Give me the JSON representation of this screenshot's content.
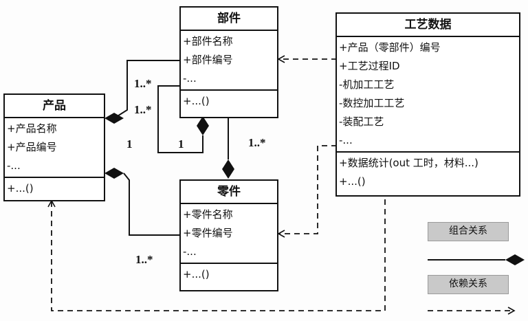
{
  "classes": {
    "product": {
      "name": "产品",
      "attributes": [
        "+产品名称",
        "+产品编号",
        "-..."
      ],
      "operations": [
        "+...()"
      ]
    },
    "component": {
      "name": "部件",
      "attributes": [
        "+部件名称",
        "+部件编号",
        "-..."
      ],
      "operations": [
        "+...()"
      ]
    },
    "part": {
      "name": "零件",
      "attributes": [
        "+零件名称",
        "+零件编号",
        "-..."
      ],
      "operations": [
        "+...()"
      ]
    },
    "process": {
      "name": "工艺数据",
      "attributes": [
        "+产品（零部件）编号",
        "+工艺过程ID",
        "-机加工工艺",
        "-数控加工工艺",
        "-装配工艺",
        "-..."
      ],
      "operations": [
        "+数据统计(out 工时，材料...)",
        "+...()"
      ]
    }
  },
  "multiplicities": {
    "product_component_many": "1..*",
    "component_self_many": "1..*",
    "product_component_one": "1",
    "component_self_one": "1",
    "component_part_many": "1..*",
    "product_part_many": "1..*"
  },
  "legend": {
    "composition_label": "组合关系",
    "dependency_label": "依赖关系"
  }
}
